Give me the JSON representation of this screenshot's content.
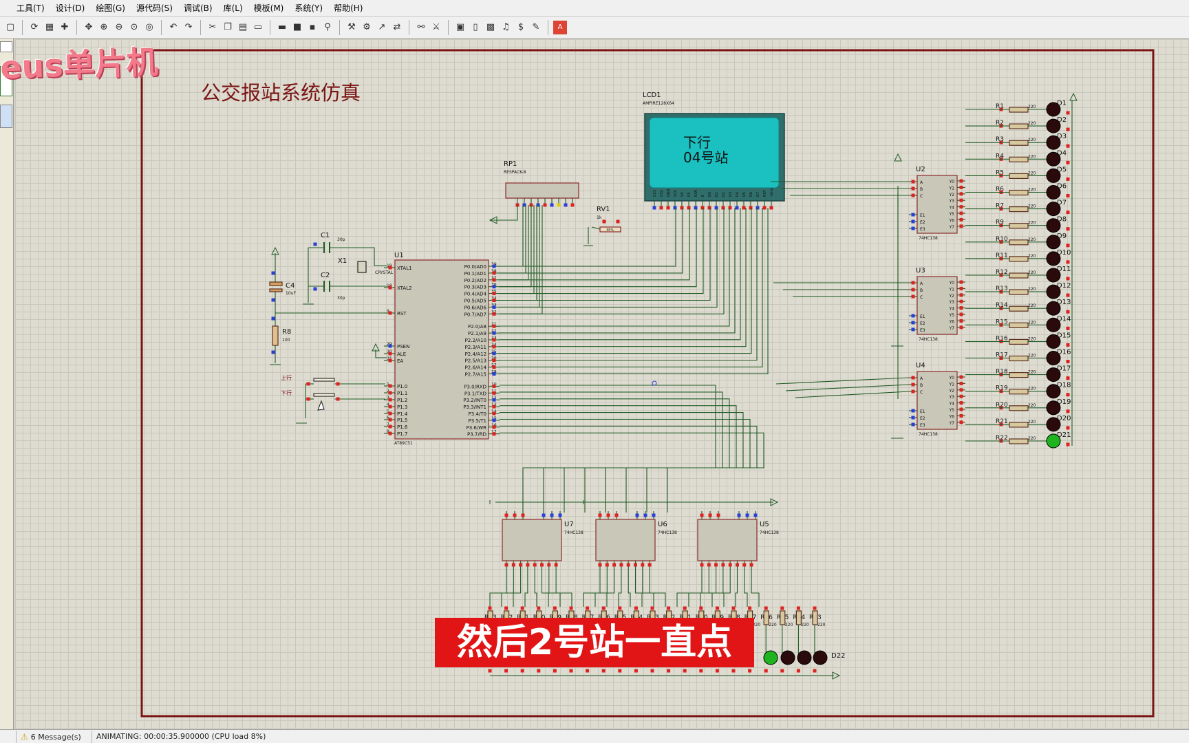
{
  "menu": [
    "工具(T)",
    "设计(D)",
    "绘图(G)",
    "源代码(S)",
    "调试(B)",
    "库(L)",
    "模板(M)",
    "系统(Y)",
    "帮助(H)"
  ],
  "toolbar_icons": [
    "new-icon",
    "refresh-icon",
    "grid-icon",
    "origin-icon",
    "pan-icon",
    "zoom-in-icon",
    "zoom-out-icon",
    "zoom-all-icon",
    "zoom-area-icon",
    "undo-icon",
    "redo-icon",
    "cut-icon",
    "copy-icon",
    "paste-icon",
    "block-copy-icon",
    "block-move-icon",
    "block-rotate-icon",
    "block-delete-icon",
    "pick-icon",
    "make-device-icon",
    "packaging-icon",
    "decompose-icon",
    "wire-autoroute-icon",
    "search-icon",
    "property-tool-icon",
    "new-sheet-icon",
    "remove-sheet-icon",
    "goto-sheet-icon",
    "zoom-child-icon",
    "bill-icon",
    "netlist-icon",
    "ares-icon"
  ],
  "watermark": "eus单片机",
  "schematic": {
    "title": "公交报站系统仿真",
    "lcd": {
      "ref": "LCD1",
      "part": "AMPIRE128X64",
      "line1": "下行",
      "line2": "04号站",
      "pins": [
        "CS1",
        "CS2",
        "GND",
        "VCC",
        "V0",
        "RS",
        "R/W",
        "E",
        "D0",
        "D1",
        "D2",
        "D3",
        "D4",
        "D5",
        "D6",
        "D7",
        "RST",
        "-Vout"
      ]
    },
    "rp1": {
      "ref": "RP1",
      "part": "RESPACK-8"
    },
    "rv1": {
      "ref": "RV1",
      "value": "1k",
      "wiper": "35%"
    },
    "c1": {
      "ref": "C1",
      "value": "30p"
    },
    "c2": {
      "ref": "C2",
      "value": "30p"
    },
    "c4": {
      "ref": "C4",
      "value": "10uF"
    },
    "x1": {
      "ref": "X1",
      "part": "CRYSTAL"
    },
    "r8": {
      "ref": "R8",
      "value": "100"
    },
    "buttons": [
      "上行",
      "下行"
    ],
    "mcu": {
      "ref": "U1",
      "part": "AT89C51",
      "left_pins": [
        {
          "num": "19",
          "name": "XTAL1"
        },
        {
          "num": "18",
          "name": "XTAL2"
        },
        {
          "num": "9",
          "name": "RST"
        },
        {
          "num": "29",
          "name": "PSEN"
        },
        {
          "num": "30",
          "name": "ALE"
        },
        {
          "num": "31",
          "name": "EA"
        },
        {
          "num": "1",
          "name": "P1.0"
        },
        {
          "num": "2",
          "name": "P1.1"
        },
        {
          "num": "3",
          "name": "P1.2"
        },
        {
          "num": "4",
          "name": "P1.3"
        },
        {
          "num": "5",
          "name": "P1.4"
        },
        {
          "num": "6",
          "name": "P1.5"
        },
        {
          "num": "7",
          "name": "P1.6"
        },
        {
          "num": "8",
          "name": "P1.7"
        }
      ],
      "right_pins": [
        {
          "num": "39",
          "name": "P0.0/AD0"
        },
        {
          "num": "38",
          "name": "P0.1/AD1"
        },
        {
          "num": "37",
          "name": "P0.2/AD2"
        },
        {
          "num": "36",
          "name": "P0.3/AD3"
        },
        {
          "num": "35",
          "name": "P0.4/AD4"
        },
        {
          "num": "34",
          "name": "P0.5/AD5"
        },
        {
          "num": "33",
          "name": "P0.6/AD6"
        },
        {
          "num": "32",
          "name": "P0.7/AD7"
        },
        {
          "num": "21",
          "name": "P2.0/A8"
        },
        {
          "num": "22",
          "name": "P2.1/A9"
        },
        {
          "num": "23",
          "name": "P2.2/A10"
        },
        {
          "num": "24",
          "name": "P2.3/A11"
        },
        {
          "num": "25",
          "name": "P2.4/A12"
        },
        {
          "num": "26",
          "name": "P2.5/A13"
        },
        {
          "num": "27",
          "name": "P2.6/A14"
        },
        {
          "num": "28",
          "name": "P2.7/A15"
        },
        {
          "num": "10",
          "name": "P3.0/RXD"
        },
        {
          "num": "11",
          "name": "P3.1/TXD"
        },
        {
          "num": "12",
          "name": "P3.2/INT0"
        },
        {
          "num": "13",
          "name": "P3.3/INT1"
        },
        {
          "num": "14",
          "name": "P3.4/T0"
        },
        {
          "num": "15",
          "name": "P3.5/T1"
        },
        {
          "num": "16",
          "name": "P3.6/WR"
        },
        {
          "num": "17",
          "name": "P3.7/RD"
        }
      ]
    },
    "decoders_v": [
      {
        "ref": "U2",
        "part": "74HC138"
      },
      {
        "ref": "U3",
        "part": "74HC138"
      },
      {
        "ref": "U4",
        "part": "74HC138"
      }
    ],
    "decoders_h": [
      {
        "ref": "U7",
        "part": "74HC138"
      },
      {
        "ref": "U6",
        "part": "74HC138"
      },
      {
        "ref": "U5",
        "part": "74HC138"
      }
    ],
    "decoder_in": [
      "A",
      "B",
      "C",
      "E1",
      "E2",
      "E3"
    ],
    "decoder_out": [
      "Y0",
      "Y1",
      "Y2",
      "Y3",
      "Y4",
      "Y5",
      "Y6",
      "Y7"
    ],
    "right_resistors": [
      "R1",
      "R2",
      "R3",
      "R4",
      "R5",
      "R6",
      "R7",
      "R9",
      "R10",
      "R11",
      "R12",
      "R13",
      "R14",
      "R15",
      "R16",
      "R17",
      "R18",
      "R19",
      "R20",
      "R21",
      "R22"
    ],
    "resistor_value": "220",
    "right_leds": [
      "D1",
      "D2",
      "D3",
      "D4",
      "D5",
      "D6",
      "D7",
      "D8",
      "D9",
      "D10",
      "D11",
      "D12",
      "D13",
      "D14",
      "D15",
      "D16",
      "D17",
      "D18",
      "D19",
      "D20",
      "D21"
    ],
    "bottom_resistors": [
      "R43",
      "R42",
      "R41",
      "R40",
      "R39",
      "R38",
      "R37",
      "R36",
      "R35",
      "R34",
      "R33",
      "R32",
      "R31",
      "R30",
      "R29",
      "R28",
      "R27",
      "R26",
      "R25",
      "R24",
      "R23"
    ],
    "bottom_led_label": "D22"
  },
  "subtitle": "然后2号站一直点",
  "status": {
    "messages": "6 Message(s)",
    "animating": "ANIMATING: 00:00:35.900000 (CPU load 8%)"
  }
}
